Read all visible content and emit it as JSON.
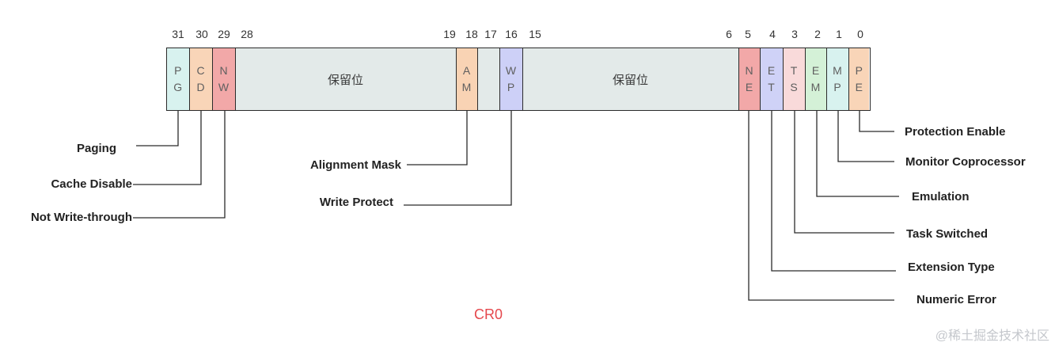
{
  "bit_numbers": [
    31,
    30,
    29,
    28,
    19,
    18,
    17,
    16,
    15,
    6,
    5,
    4,
    3,
    2,
    1,
    0
  ],
  "register": {
    "fields": [
      {
        "label": "PG",
        "name": "Paging",
        "color": "#d8f2ef"
      },
      {
        "label": "CD",
        "name": "Cache Disable",
        "color": "#f9d5b8"
      },
      {
        "label": "NW",
        "name": "Not Write-through",
        "color": "#f2a8a8"
      },
      {
        "label": "保留位",
        "color": "#e3eae9"
      },
      {
        "label": "AM",
        "name": "Alignment Mask",
        "color": "#f9d3b4"
      },
      {
        "color": "#e3eae9"
      },
      {
        "label": "WP",
        "name": "Write Protect",
        "color": "#cdd0f7"
      },
      {
        "label": "保留位",
        "color": "#e3eae9"
      },
      {
        "label": "NE",
        "name": "Numeric Error",
        "color": "#f2a8a8"
      },
      {
        "label": "ET",
        "name": "Extension Type",
        "color": "#cfd2f7"
      },
      {
        "label": "TS",
        "name": "Task Switched",
        "color": "#f9dada"
      },
      {
        "label": "EM",
        "name": "Emulation",
        "color": "#d4f1d7"
      },
      {
        "label": "MP",
        "name": "Monitor Coprocessor",
        "color": "#d8f2ef"
      },
      {
        "label": "PE",
        "name": "Protection Enable",
        "color": "#f9d5b8"
      }
    ]
  },
  "title": "CR0",
  "watermark": "@稀土掘金技术社区"
}
